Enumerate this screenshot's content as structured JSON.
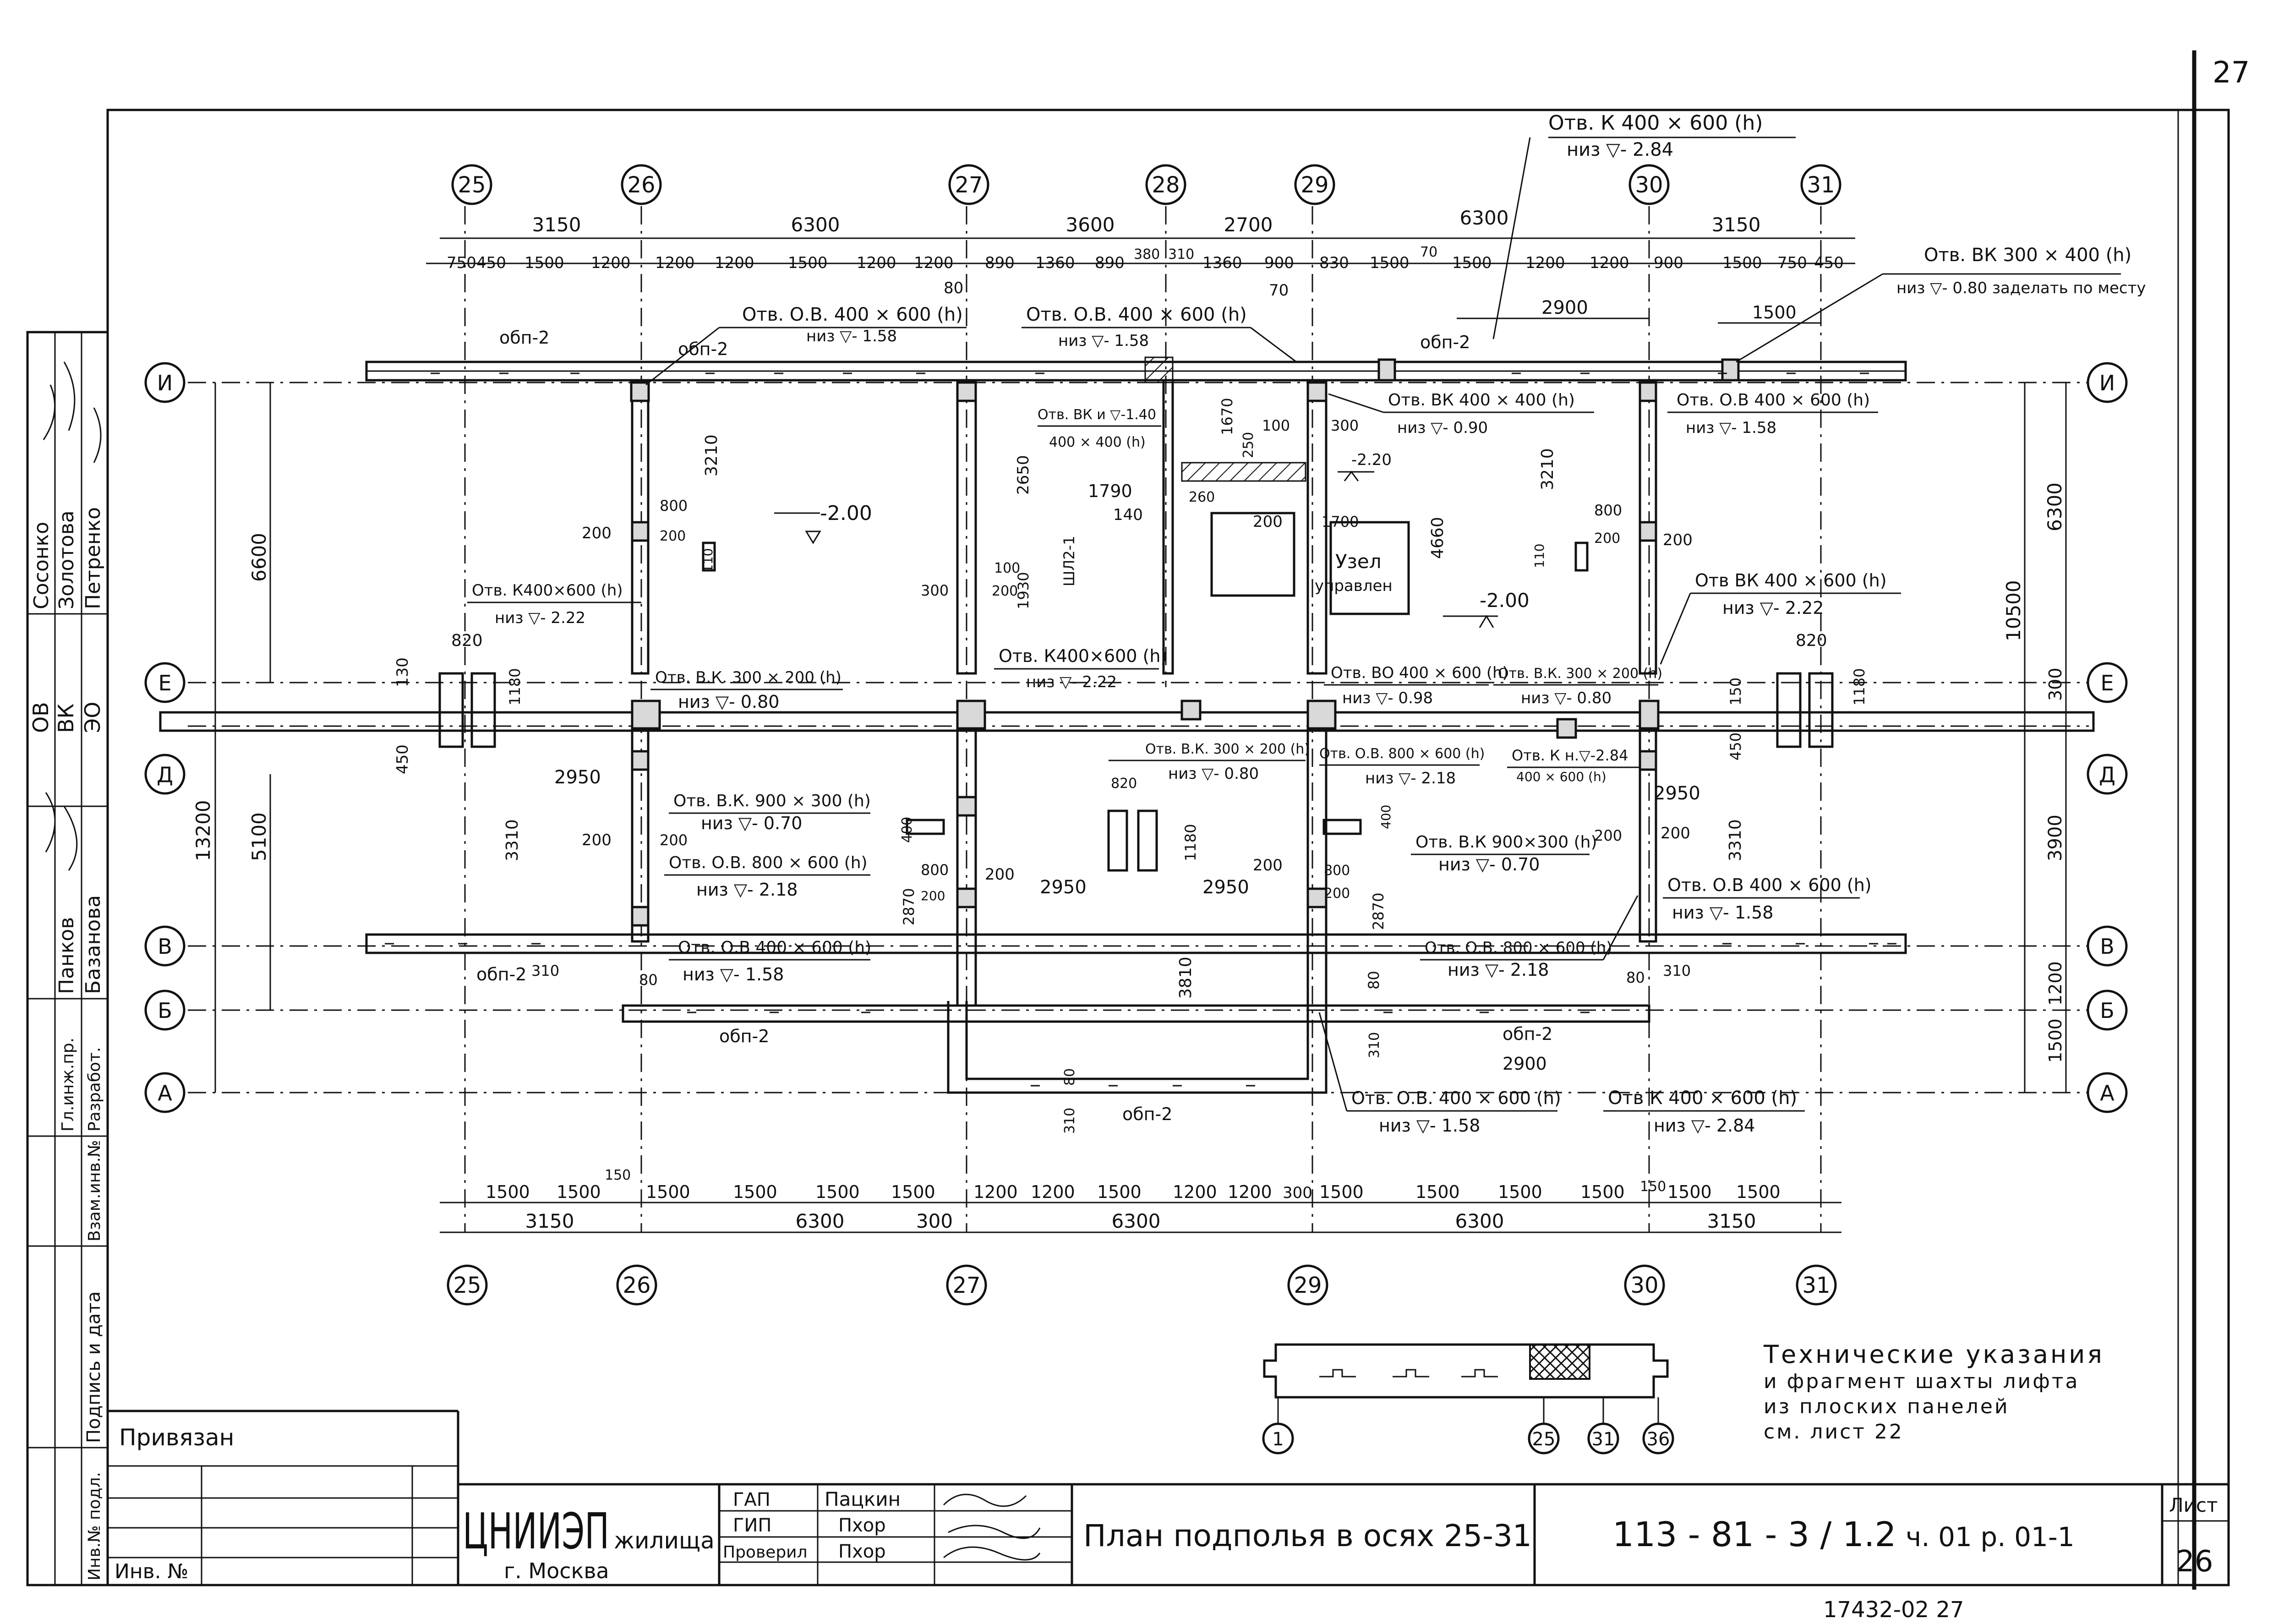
{
  "page_number": "27",
  "axes_top": [
    "25",
    "26",
    "27",
    "28",
    "29",
    "30",
    "31"
  ],
  "axes_bottom": [
    "25",
    "26",
    "27",
    "29",
    "30",
    "31"
  ],
  "axes_rows_left": [
    "И",
    "Е",
    "Д",
    "В",
    "Б",
    "А"
  ],
  "axes_rows_right": [
    "И",
    "Е",
    "Д",
    "В",
    "Б",
    "А"
  ],
  "dims_top_major": [
    "3150",
    "6300",
    "3600",
    "2700",
    "6300",
    "3150"
  ],
  "dims_top_minor": [
    "750",
    "450",
    "1500",
    "1200",
    "1200",
    "1200",
    "1500",
    "1200",
    "1200",
    "890",
    "1360",
    "890",
    "380",
    "310",
    "1360",
    "900",
    "830",
    "1500",
    "70",
    "1500",
    "1200",
    "1200",
    "900",
    "1500",
    "750",
    "450"
  ],
  "dims_top_extra": [
    "80",
    "70",
    "2900",
    "1500"
  ],
  "dims_bottom_minor": [
    "1500",
    "1500",
    "150",
    "1500",
    "1500",
    "1500",
    "1500",
    "1200",
    "1200",
    "1500",
    "1200",
    "1200",
    "300",
    "1500",
    "1500",
    "1500",
    "1500",
    "150",
    "1500",
    "1500"
  ],
  "dims_bottom_major": [
    "3150",
    "6300",
    "300",
    "6300",
    "6300",
    "3150"
  ],
  "dims_left": [
    "6600",
    "13200",
    "5100",
    "130",
    "450",
    "820",
    "1180"
  ],
  "dims_right": [
    "6300",
    "10500",
    "300",
    "3900",
    "1200",
    "1500",
    "820",
    "150",
    "450",
    "1180"
  ],
  "openings": {
    "o1": {
      "title": "Отв. К 400 × 600 (h)",
      "level": "низ ▽- 2.84"
    },
    "o2": {
      "title": "Отв. ВК 300 × 400 (h)",
      "level": "низ ▽- 0.80 заделать по месту"
    },
    "o3": {
      "title": "Отв. О.В. 400 × 600 (h)",
      "level": "низ ▽- 1.58"
    },
    "o4": {
      "title": "Отв. О.В. 400 × 600 (h)",
      "level": "низ ▽- 1.58"
    },
    "o5": {
      "title": "Отв. ВК 400 × 400 (h)",
      "level": "низ ▽- 0.90"
    },
    "o6": {
      "title": "Отв. О.В 400 × 600 (h)",
      "level": "низ ▽- 1.58"
    },
    "o7": {
      "title": "Отв. ВК и ▽-1.40",
      "level": "400 × 400 (h)"
    },
    "o8": {
      "title": "Отв. К400×600 (h)",
      "level": "низ ▽- 2.22"
    },
    "o9": {
      "title": "Отв ВК 400 × 600 (h)",
      "level": "низ ▽- 2.22"
    },
    "o10": {
      "title": "Отв. К400×600 (h)",
      "level": "низ ▽- 2.22"
    },
    "o11": {
      "title": "Отв. В.К. 300 × 200 (h)",
      "level": "низ ▽- 0.80"
    },
    "o12": {
      "title": "Отв. ВО 400 × 600 (h)",
      "level": "низ ▽- 0.98"
    },
    "o13": {
      "title": "Отв. В.К. 300 × 200 (h)",
      "level": "низ ▽- 0.80"
    },
    "o14": {
      "title": "Отв. В.К. 300 × 200 (h)",
      "level": "низ ▽- 0.80"
    },
    "o15": {
      "title": "Отв. О.В. 800 × 600 (h)",
      "level": "низ ▽- 2.18"
    },
    "o16": {
      "title": "Отв. К н.▽-2.84",
      "level": "400 × 600 (h)"
    },
    "o17": {
      "title": "Отв. В.К. 900 × 300 (h)",
      "level": "низ ▽- 0.70"
    },
    "o18": {
      "title": "Отв. В.К 900×300 (h)",
      "level": "низ ▽- 0.70"
    },
    "o19": {
      "title": "Отв. О.В. 800 × 600 (h)",
      "level": "низ ▽- 2.18"
    },
    "o20": {
      "title": "Отв. О.В 400 × 600 (h)",
      "level": "низ ▽- 1.58"
    },
    "o21": {
      "title": "Отв. О.В. 800 × 600 (h)",
      "level": "низ ▽- 2.18"
    },
    "o22": {
      "title": "Отв. О.В 400 × 600 (h)",
      "level": "низ ▽- 1.58"
    },
    "o23": {
      "title": "Отв. О.В. 400 × 600 (h)",
      "level": "низ ▽- 1.58"
    },
    "o24": {
      "title": "Отв К 400 × 600 (h)",
      "level": "низ ▽- 2.84"
    }
  },
  "panel_labels": {
    "obp": "обп-2"
  },
  "room_labels": {
    "node": "Узел",
    "node2": "управлен",
    "level_a": "-2.00",
    "level_b": "-2.00",
    "level_c": "-2.20",
    "shaft": "ШЛ2-1"
  },
  "inner_dims": [
    "3210",
    "3210",
    "800",
    "200",
    "200",
    "110",
    "110",
    "800",
    "200",
    "200",
    "1670",
    "250",
    "100",
    "300",
    "2650",
    "1790",
    "140",
    "260",
    "200",
    "1700",
    "4660",
    "1930",
    "100",
    "300",
    "200",
    "2950",
    "3310",
    "200",
    "200",
    "400",
    "800",
    "200",
    "200",
    "2870",
    "820",
    "1180",
    "2950",
    "2950",
    "200",
    "800",
    "200",
    "400",
    "2870",
    "200",
    "2950",
    "3310",
    "200",
    "80",
    "310",
    "3810",
    "80",
    "80",
    "310",
    "310",
    "80",
    "310",
    "2900"
  ],
  "notes": {
    "line1": "Технические указания",
    "line2": "и фрагмент шахты лифта",
    "line3": "из плоских панелей",
    "line4": "см. лист 22"
  },
  "fragment_axes": [
    "1",
    "25",
    "31",
    "36"
  ],
  "side_stamp": {
    "roles": [
      "Сосонко",
      "Золотова",
      "Петренко"
    ],
    "codes": [
      "ОВ",
      "ВК",
      "ЭО"
    ],
    "people": [
      "Панков",
      "Базанова"
    ],
    "role_titles": [
      "Гл.инж.пр.",
      "Разработ."
    ],
    "fields": [
      "Взам.инв.№",
      "Подпись и дата",
      "Инв.№ подл."
    ]
  },
  "title_block": {
    "privyazan": "Привязан",
    "inv": "Инв. №",
    "org_main": "ЦНИИЭП",
    "org_sub": "жилища",
    "city": "г. Москва",
    "roles": [
      "ГАП",
      "ГИП",
      "Проверил"
    ],
    "names": [
      "Пацкин",
      "Пхор",
      "Пхор"
    ],
    "drawing_title": "План подполья в осях 25-31",
    "code": "113 - 81 - 3 / 1.2",
    "part": "ч. 01 р. 01-1",
    "sheet_label": "Лист",
    "sheet_number": "26"
  },
  "bottom_stamp": "17432-02   27"
}
